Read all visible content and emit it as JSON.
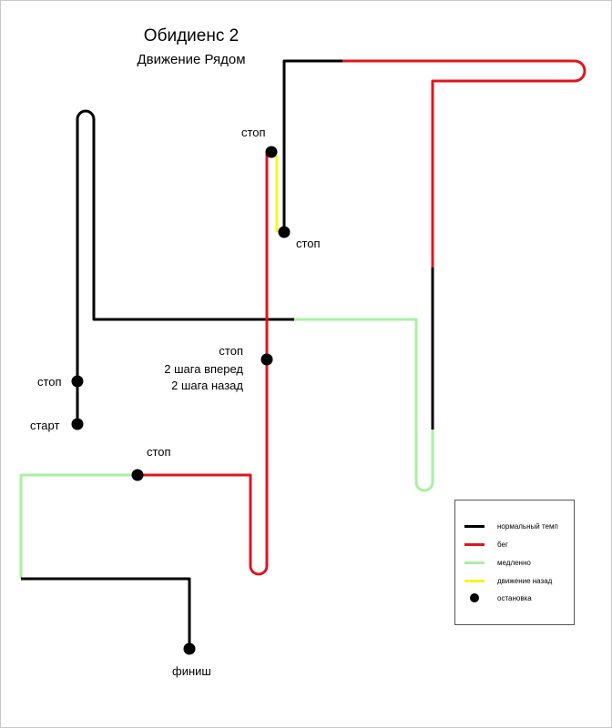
{
  "title": "Обидиенс 2",
  "subtitle": "Движение Рядом",
  "labels": {
    "stop_top": "стоп",
    "stop_mid_right": "стоп",
    "stop_center": "стоп",
    "center_forward": "2 шага вперед",
    "center_back": "2 шага назад",
    "stop_left": "стоп",
    "start": "старт",
    "stop_bottom": "стоп",
    "finish": "финиш"
  },
  "legend": {
    "normal": "нормальный темп",
    "run": "бег",
    "slow": "медленно",
    "back": "движение назад",
    "stop": "остановка"
  },
  "colors": {
    "normal": "#000000",
    "run": "#e0151d",
    "slow": "#a8f0a0",
    "back": "#f5f51e",
    "stop": "#000000"
  }
}
